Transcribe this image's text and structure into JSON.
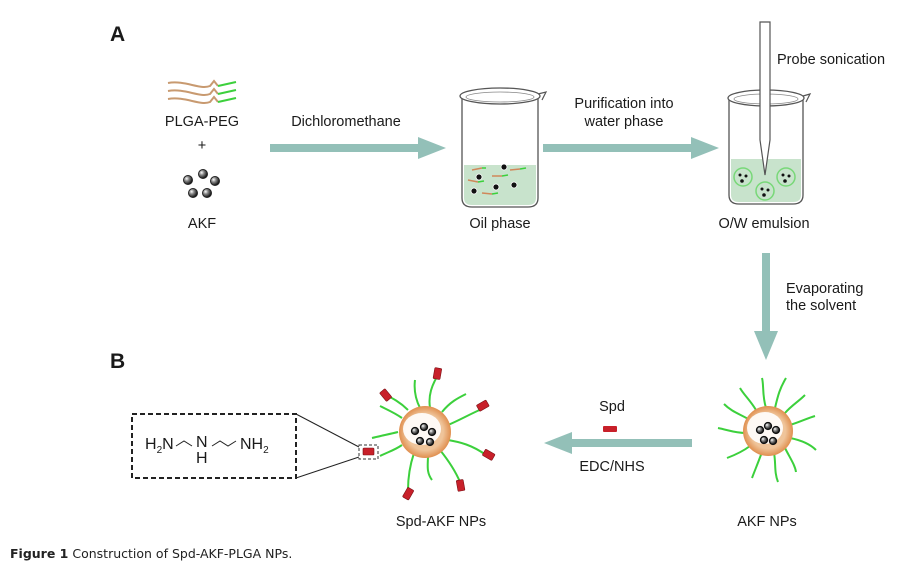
{
  "panels": {
    "a": "A",
    "b": "B"
  },
  "colors": {
    "arrow": "#93c0b8",
    "plga": "#c89a70",
    "peg": "#3cd03c",
    "liquid": "#c8e3cc",
    "np_shell": "#e9a36a",
    "spd": "#c8202a"
  },
  "panel_a": {
    "polymer_label": "PLGA-PEG",
    "plus": "+",
    "drug_label": "AKF",
    "step1_label": "Dichloromethane",
    "oil_phase_label": "Oil phase",
    "step2_label_line1": "Purification into",
    "step2_label_line2": "water phase",
    "probe_label": "Probe sonication",
    "emulsion_label": "O/W emulsion",
    "step3_label_line1": "Evaporating",
    "step3_label_line2": "the solvent"
  },
  "panel_b": {
    "akf_np_label": "AKF NPs",
    "reagent_top": "Spd",
    "reagent_bottom": "EDC/NHS",
    "spd_np_label": "Spd-AKF NPs",
    "structure": {
      "left": "H",
      "left_sub": "2",
      "left_n": "N",
      "mid_n": "N",
      "mid_h": "H",
      "right": "NH",
      "right_sub": "2"
    }
  },
  "caption": {
    "figure_label": "Figure 1",
    "text": "Construction of Spd-AKF-PLGA NPs."
  }
}
